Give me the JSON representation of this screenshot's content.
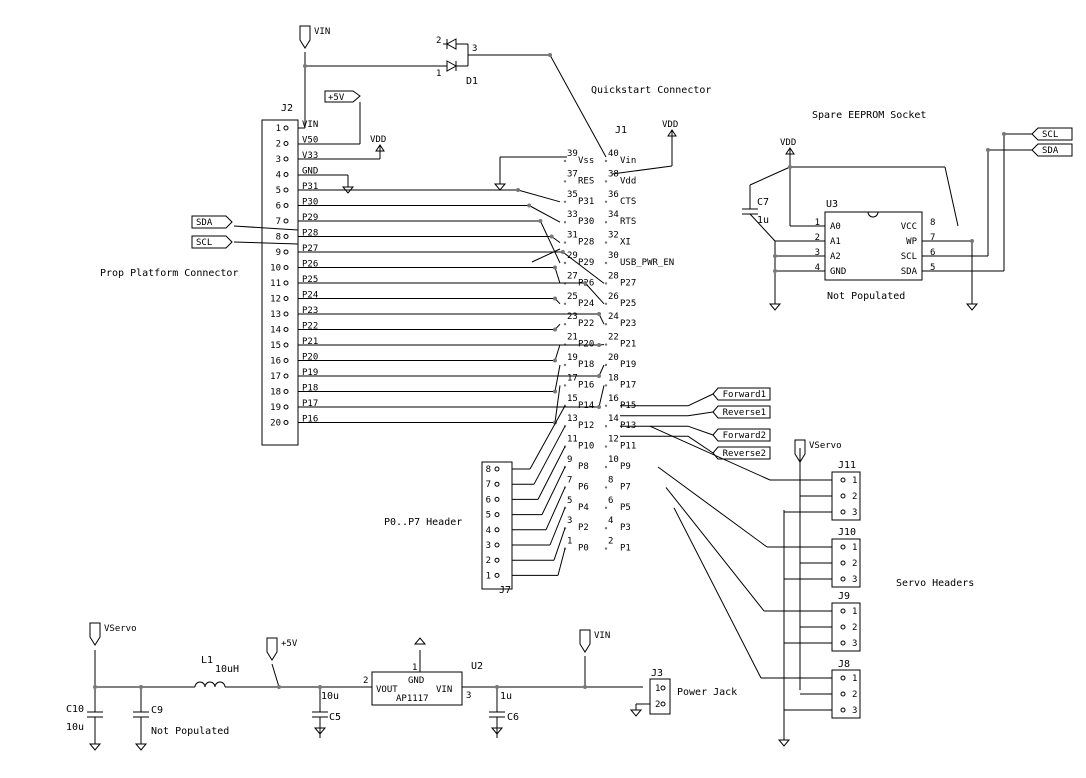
{
  "titles": {
    "quickstart": "Quickstart Connector",
    "eeprom": "Spare EEPROM Socket",
    "prop_platform": "Prop Platform Connector",
    "p0p7": "P0..P7 Header",
    "servo_headers": "Servo Headers",
    "not_populated": "Not Populated",
    "power_jack": "Power Jack"
  },
  "refs": {
    "j1": "J1",
    "j2": "J2",
    "j3": "J3",
    "j7": "J7",
    "j8": "J8",
    "j9": "J9",
    "j10": "J10",
    "j11": "J11",
    "u2": "U2",
    "u3": "U3",
    "d1": "D1",
    "l1": "L1",
    "c5": "C5",
    "c6": "C6",
    "c7": "C7",
    "c9": "C9",
    "c10": "C10"
  },
  "values": {
    "l1": "10uH",
    "c10": "10u",
    "c9": "Not Populated",
    "c5": "10u",
    "c6": "1u",
    "c7": "1u"
  },
  "pins": {
    "d1_1": "1",
    "d1_2": "2",
    "d1_3": "3"
  },
  "net_flags": {
    "vin_top": "VIN",
    "plus5v": "+5V",
    "vdd_j2": "VDD",
    "vdd_j1": "VDD",
    "vdd_u3": "VDD",
    "sda_j2": "SDA",
    "scl_j2": "SCL",
    "scl_u3": "SCL",
    "sda_u3": "SDA",
    "vservo_right": "VServo",
    "vservo_left": "VServo",
    "plus5v_power": "+5V",
    "vin_power": "VIN"
  },
  "j2": {
    "pin_numbers": [
      "1",
      "2",
      "3",
      "4",
      "5",
      "6",
      "7",
      "8",
      "9",
      "10",
      "11",
      "12",
      "13",
      "14",
      "15",
      "16",
      "17",
      "18",
      "19",
      "20"
    ],
    "pin_names": [
      "VIN",
      "V50",
      "V33",
      "GND",
      "P31",
      "P30",
      "P29",
      "P28",
      "P27",
      "P26",
      "P25",
      "P24",
      "P23",
      "P22",
      "P21",
      "P20",
      "P19",
      "P18",
      "P17",
      "P16"
    ]
  },
  "j1": {
    "left": [
      {
        "num": "39",
        "name": "Vss"
      },
      {
        "num": "37",
        "name": "RES"
      },
      {
        "num": "35",
        "name": "P31"
      },
      {
        "num": "33",
        "name": "P30"
      },
      {
        "num": "31",
        "name": "P28"
      },
      {
        "num": "29",
        "name": "P29"
      },
      {
        "num": "27",
        "name": "P26"
      },
      {
        "num": "25",
        "name": "P24"
      },
      {
        "num": "23",
        "name": "P22"
      },
      {
        "num": "21",
        "name": "P20"
      },
      {
        "num": "19",
        "name": "P18"
      },
      {
        "num": "17",
        "name": "P16"
      },
      {
        "num": "15",
        "name": "P14"
      },
      {
        "num": "13",
        "name": "P12"
      },
      {
        "num": "11",
        "name": "P10"
      },
      {
        "num": "9",
        "name": "P8"
      },
      {
        "num": "7",
        "name": "P6"
      },
      {
        "num": "5",
        "name": "P4"
      },
      {
        "num": "3",
        "name": "P2"
      },
      {
        "num": "1",
        "name": "P0"
      }
    ],
    "right": [
      {
        "num": "40",
        "name": "Vin"
      },
      {
        "num": "38",
        "name": "Vdd"
      },
      {
        "num": "36",
        "name": "CTS"
      },
      {
        "num": "34",
        "name": "RTS"
      },
      {
        "num": "32",
        "name": "XI"
      },
      {
        "num": "30",
        "name": "USB_PWR_EN"
      },
      {
        "num": "28",
        "name": "P27"
      },
      {
        "num": "26",
        "name": "P25"
      },
      {
        "num": "24",
        "name": "P23"
      },
      {
        "num": "22",
        "name": "P21"
      },
      {
        "num": "20",
        "name": "P19"
      },
      {
        "num": "18",
        "name": "P17"
      },
      {
        "num": "16",
        "name": "P15"
      },
      {
        "num": "14",
        "name": "P13"
      },
      {
        "num": "12",
        "name": "P11"
      },
      {
        "num": "10",
        "name": "P9"
      },
      {
        "num": "8",
        "name": "P7"
      },
      {
        "num": "6",
        "name": "P5"
      },
      {
        "num": "4",
        "name": "P3"
      },
      {
        "num": "2",
        "name": "P1"
      }
    ]
  },
  "u3": {
    "left": [
      {
        "num": "1",
        "name": "A0"
      },
      {
        "num": "2",
        "name": "A1"
      },
      {
        "num": "3",
        "name": "A2"
      },
      {
        "num": "4",
        "name": "GND"
      }
    ],
    "right": [
      {
        "num": "8",
        "name": "VCC"
      },
      {
        "num": "7",
        "name": "WP"
      },
      {
        "num": "6",
        "name": "SCL"
      },
      {
        "num": "5",
        "name": "SDA"
      }
    ]
  },
  "u2": {
    "vout": "VOUT",
    "gnd": "GND",
    "vin": "VIN",
    "name": "AP1117",
    "pin_vout": "2",
    "pin_gnd": "1",
    "pin_vin": "3"
  },
  "j7": {
    "pin_numbers": [
      "8",
      "7",
      "6",
      "5",
      "4",
      "3",
      "2",
      "1"
    ]
  },
  "servo_pins": [
    "1",
    "2",
    "3"
  ],
  "j3": {
    "pin_numbers": [
      "1",
      "2"
    ]
  },
  "motor_flags": [
    "Forward1",
    "Reverse1",
    "Forward2",
    "Reverse2"
  ]
}
